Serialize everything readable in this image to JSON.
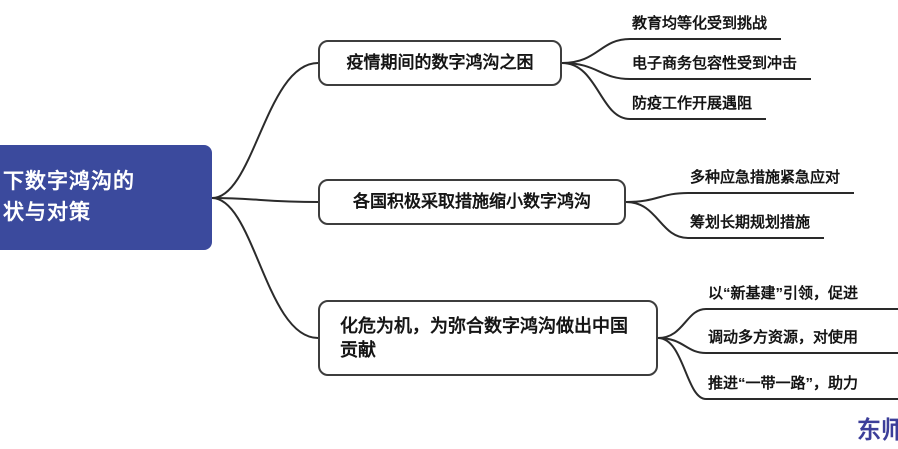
{
  "root": {
    "line1": "下数字鸿沟的",
    "line2": "状与对策"
  },
  "branches": [
    {
      "label": "疫情期间的数字鸿沟之困",
      "children": [
        "教育均等化受到挑战",
        "电子商务包容性受到冲击",
        "防疫工作开展遇阻"
      ]
    },
    {
      "label": "各国积极采取措施缩小数字鸿沟",
      "children": [
        "多种应急措施紧急应对",
        "筹划长期规划措施"
      ]
    },
    {
      "label_line1": "化危为机，为弥合数字鸿沟做出中国",
      "label_line2": "贡献",
      "children": [
        "以“新基建”引领，促进",
        "调动多方资源，对使用",
        "推进“一带一路”，助力"
      ]
    }
  ],
  "watermark": "东师",
  "colors": {
    "root_bg": "#3b4a9d",
    "node_border": "#3d3d3d",
    "edge_line": "#2b2b2b",
    "watermark_text": "#3c3e99"
  }
}
